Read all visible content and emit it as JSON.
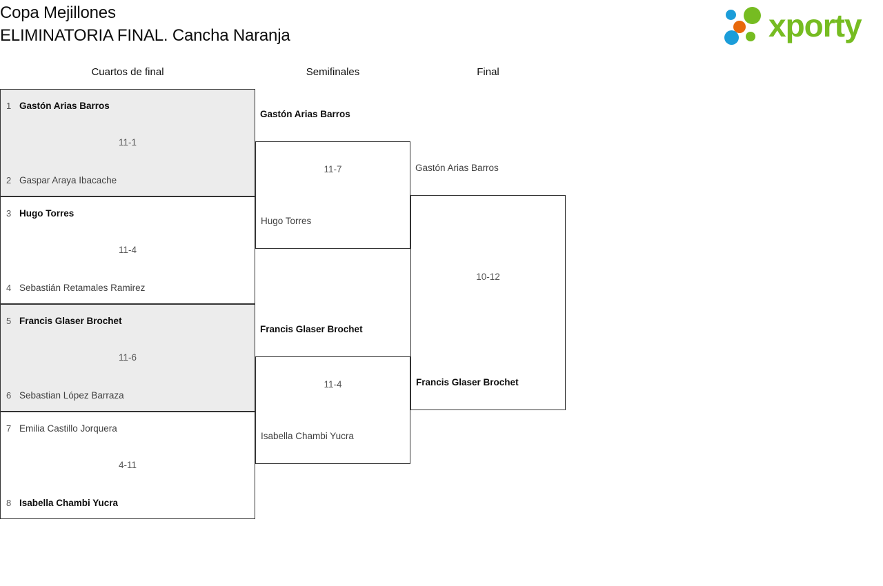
{
  "header": {
    "title_line1": "Copa Mejillones",
    "title_line2": "ELIMINATORIA FINAL. Cancha Naranja",
    "logo_text": "xporty",
    "logo_colors": {
      "green": "#76bc21",
      "blue": "#1b9dd9",
      "orange": "#e8690b"
    }
  },
  "rounds": [
    {
      "label": "Cuartos de final"
    },
    {
      "label": "Semifinales"
    },
    {
      "label": "Final"
    }
  ],
  "bracket": {
    "quarterfinals": [
      {
        "score": "11-1",
        "shaded": true,
        "top": {
          "seed": "1",
          "name": "Gastón Arias Barros",
          "winner": true
        },
        "bottom": {
          "seed": "2",
          "name": "Gaspar Araya Ibacache",
          "winner": false
        }
      },
      {
        "score": "11-4",
        "shaded": false,
        "top": {
          "seed": "3",
          "name": "Hugo Torres",
          "winner": true
        },
        "bottom": {
          "seed": "4",
          "name": "Sebastián Retamales Ramirez",
          "winner": false
        }
      },
      {
        "score": "11-6",
        "shaded": true,
        "top": {
          "seed": "5",
          "name": "Francis Glaser Brochet",
          "winner": true
        },
        "bottom": {
          "seed": "6",
          "name": "Sebastian López Barraza",
          "winner": false
        }
      },
      {
        "score": "4-11",
        "shaded": false,
        "top": {
          "seed": "7",
          "name": "Emilia Castillo Jorquera",
          "winner": false
        },
        "bottom": {
          "seed": "8",
          "name": "Isabella Chambi Yucra",
          "winner": true
        }
      }
    ],
    "semifinals": [
      {
        "score": "11-7",
        "top": {
          "name": "Gastón Arias Barros",
          "winner": true
        },
        "bottom": {
          "name": "Hugo Torres",
          "winner": false
        }
      },
      {
        "score": "11-4",
        "top": {
          "name": "Francis Glaser Brochet",
          "winner": true
        },
        "bottom": {
          "name": "Isabella Chambi Yucra",
          "winner": false
        }
      }
    ],
    "final": [
      {
        "score": "10-12",
        "top": {
          "name": "Gastón Arias Barros",
          "winner": false
        },
        "bottom": {
          "name": "Francis Glaser Brochet",
          "winner": true
        }
      }
    ]
  }
}
